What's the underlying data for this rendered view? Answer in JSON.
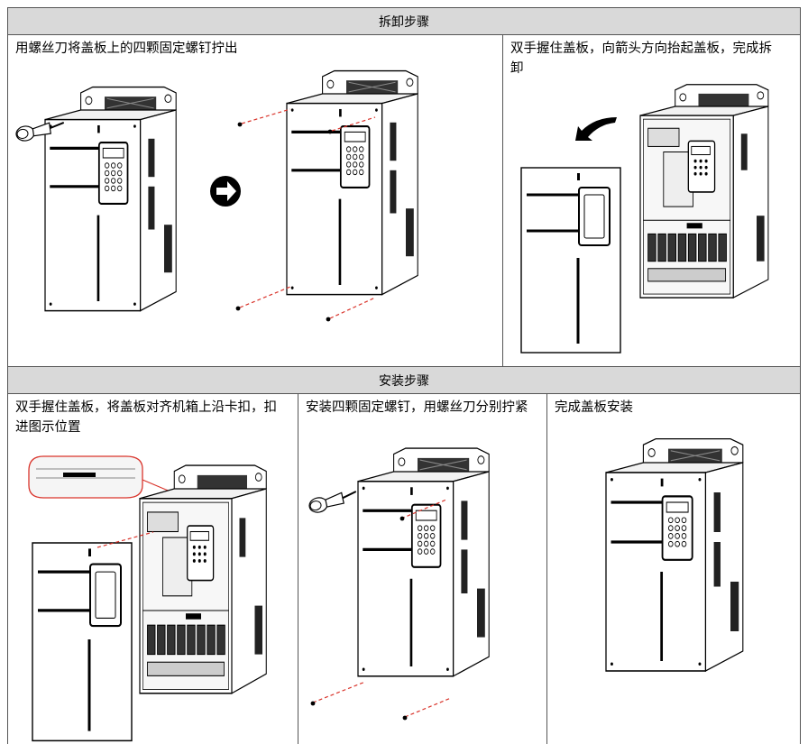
{
  "disassembly": {
    "header": "拆卸步骤",
    "step1": "用螺丝刀将盖板上的四颗固定螺钉拧出",
    "step2": "双手握住盖板，向箭头方向抬起盖板，完成拆卸"
  },
  "assembly": {
    "header": "安装步骤",
    "step1": "双手握住盖板，将盖板对齐机箱上沿卡扣，扣进图示位置",
    "step2": "安装四颗固定螺钉，用螺丝刀分别拧紧",
    "step3": "完成盖板安装"
  },
  "colors": {
    "header_bg": "#d9d9d9",
    "dashed_line": "#d9342b",
    "arrow_icon": "#000000"
  }
}
